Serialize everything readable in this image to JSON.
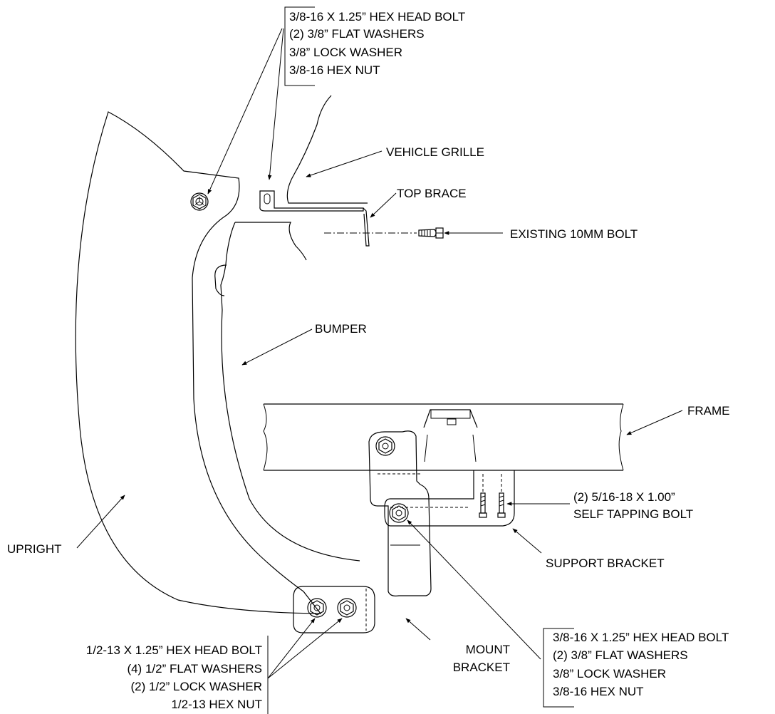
{
  "callouts": {
    "top_hardware": [
      "3/8-16 X 1.25” HEX HEAD BOLT",
      "(2) 3/8” FLAT WASHERS",
      "3/8” LOCK WASHER",
      "3/8-16 HEX NUT"
    ],
    "vehicle_grille": "VEHICLE GRILLE",
    "top_brace": "TOP BRACE",
    "existing_bolt": "EXISTING 10MM BOLT",
    "bumper": "BUMPER",
    "frame": "FRAME",
    "upright": "UPRIGHT",
    "self_tapping": [
      "(2) 5/16-18 X 1.00”",
      "SELF TAPPING BOLT"
    ],
    "support_bracket": "SUPPORT BRACKET",
    "side_hardware": [
      "3/8-16 X 1.25” HEX HEAD BOLT",
      "(2) 3/8” FLAT WASHERS",
      "3/8” LOCK WASHER",
      "3/8-16 HEX NUT"
    ],
    "mount_bracket": [
      "MOUNT",
      "BRACKET"
    ],
    "bottom_hardware": [
      "1/2-13 X 1.25” HEX HEAD BOLT",
      "(4) 1/2” FLAT WASHERS",
      "(2) 1/2” LOCK WASHER",
      "1/2-13 HEX NUT"
    ]
  }
}
